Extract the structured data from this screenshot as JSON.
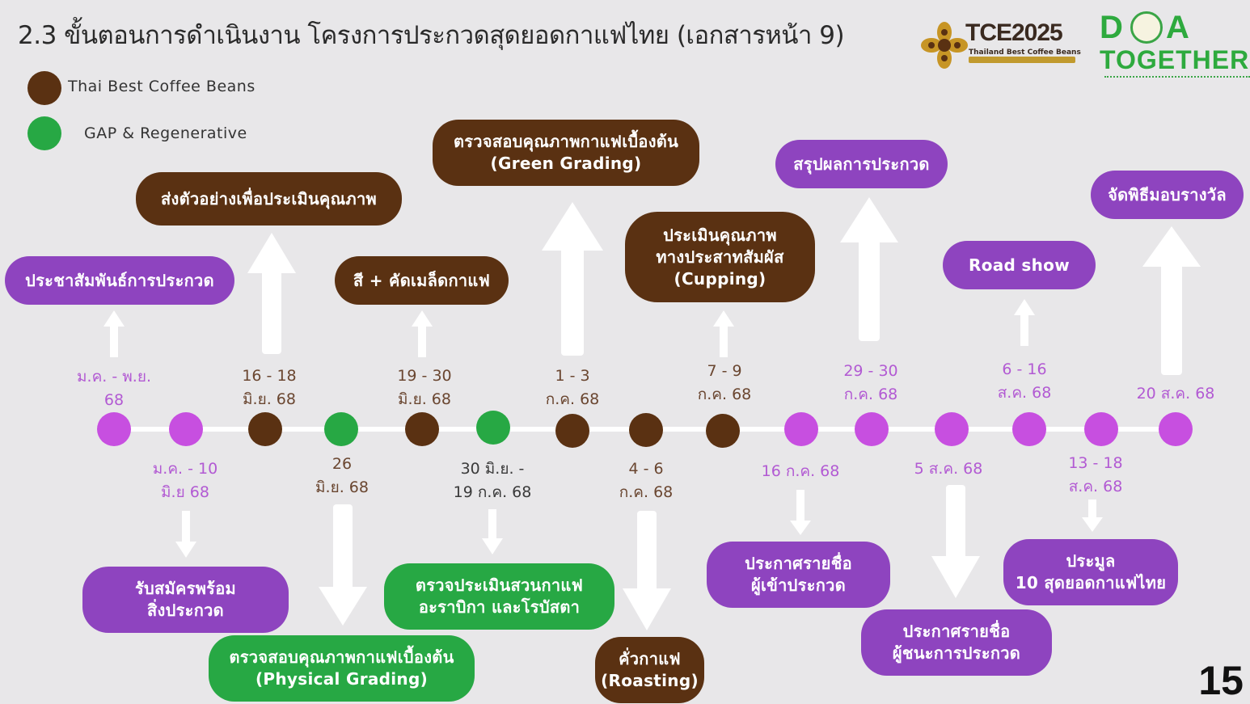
{
  "title": "2.3 ขั้นตอนการดำเนินงาน โครงการประกวดสุดยอดกาแฟไทย (เอกสารหน้า 9)",
  "legend": [
    {
      "label": "Thai Best Coffee Beans",
      "color": "#5a3112"
    },
    {
      "label": "GAP & Regenerative",
      "color": "#27a844"
    }
  ],
  "logos": {
    "tce": {
      "name": "TCE2025",
      "subtitle": "Thailand Best Coffee Beans"
    },
    "doa": {
      "name_d": "D",
      "name_a": "A",
      "together": "TOGETHER"
    }
  },
  "page_number": "15",
  "colors": {
    "purple": "#8e44bf",
    "brown": "#5a3112",
    "green": "#27a844",
    "background": "#e8e7e9"
  },
  "milestones_top": [
    {
      "date": [
        "ม.ค. - พ.ย.",
        "68"
      ],
      "event": [
        "ประชาสัมพันธ์การประกวด"
      ],
      "type": "purple"
    },
    {
      "date": [
        "16 - 18",
        "มิ.ย. 68"
      ],
      "event": [
        "ส่งตัวอย่างเพื่อประเมินคุณภาพ"
      ],
      "type": "brown"
    },
    {
      "date": [
        "19 - 30",
        "มิ.ย. 68"
      ],
      "event": [
        "สี + คัดเมล็ดกาแฟ"
      ],
      "type": "brown"
    },
    {
      "date": [
        "1 - 3",
        "ก.ค. 68"
      ],
      "event": [
        "ตรวจสอบคุณภาพกาแฟเบื้องต้น",
        "(Green Grading)"
      ],
      "type": "brown"
    },
    {
      "date": [
        "7 - 9",
        "ก.ค. 68"
      ],
      "event": [
        "ประเมินคุณภาพ",
        "ทางประสาทสัมผัส",
        "(Cupping)"
      ],
      "type": "brown"
    },
    {
      "date": [
        "29 - 30",
        "ก.ค. 68"
      ],
      "event": [
        "สรุปผลการประกวด"
      ],
      "type": "purple"
    },
    {
      "date": [
        "6 - 16",
        "ส.ค. 68"
      ],
      "event": [
        "Road show"
      ],
      "type": "purple"
    },
    {
      "date": [
        "20 ส.ค. 68"
      ],
      "event": [
        "จัดพิธีมอบรางวัล"
      ],
      "type": "purple"
    }
  ],
  "milestones_bottom": [
    {
      "date": [
        "ม.ค. - 10",
        "มิ.ย 68"
      ],
      "event": [
        "รับสมัครพร้อม",
        "สิ่งประกวด"
      ],
      "type": "purple"
    },
    {
      "date": [
        "26",
        "มิ.ย. 68"
      ],
      "event": [
        "ตรวจสอบคุณภาพกาแฟเบื้องต้น",
        "(Physical Grading)"
      ],
      "type": "green"
    },
    {
      "date": [
        "30 มิ.ย. -",
        "19 ก.ค. 68"
      ],
      "event": [
        "ตรวจประเมินสวนกาแฟ",
        "อะราบิกา และโรบัสตา"
      ],
      "type": "green"
    },
    {
      "date": [
        "4 - 6",
        "ก.ค. 68"
      ],
      "event": [
        "คั่วกาแฟ",
        "(Roasting)"
      ],
      "type": "brown"
    },
    {
      "date": [
        "16 ก.ค. 68"
      ],
      "event": [
        "ประกาศรายชื่อ",
        "ผู้เข้าประกวด"
      ],
      "type": "purple"
    },
    {
      "date": [
        "5 ส.ค. 68"
      ],
      "event": [
        "ประกาศรายชื่อ",
        "ผู้ชนะการประกวด"
      ],
      "type": "purple"
    },
    {
      "date": [
        "13 - 18",
        "ส.ค. 68"
      ],
      "event": [
        "ประมูล",
        "10 สุดยอดกาแฟไทย"
      ],
      "type": "purple"
    }
  ]
}
